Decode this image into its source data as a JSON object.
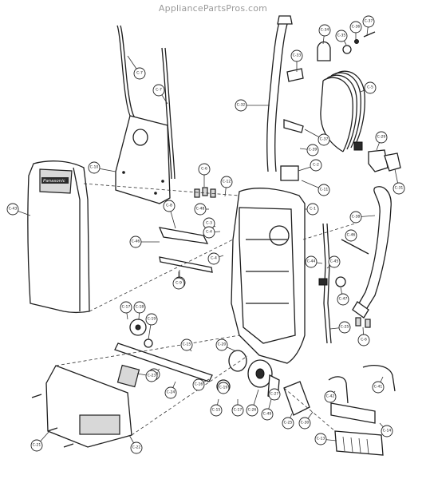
{
  "watermark": "AppliancePartsPros.com",
  "callouts": [
    {
      "id": "c-7a",
      "label": "C-7"
    },
    {
      "id": "c-7b",
      "label": "C-7"
    },
    {
      "id": "c-10",
      "label": "C-10"
    },
    {
      "id": "c-43",
      "label": "C-43"
    },
    {
      "id": "c-32",
      "label": "C-32"
    },
    {
      "id": "c-33",
      "label": "C-33"
    },
    {
      "id": "c-34",
      "label": "C-34"
    },
    {
      "id": "c-35",
      "label": "C-35"
    },
    {
      "id": "c-36",
      "label": "C-36"
    },
    {
      "id": "c-37a",
      "label": "C-37"
    },
    {
      "id": "c-37b",
      "label": "C-37"
    },
    {
      "id": "c-5",
      "label": "C-5"
    },
    {
      "id": "c-38",
      "label": "C-38"
    },
    {
      "id": "c-29",
      "label": "C-29"
    },
    {
      "id": "c-31",
      "label": "C-31"
    },
    {
      "id": "c-2",
      "label": "C-2"
    },
    {
      "id": "c-11",
      "label": "C-11"
    },
    {
      "id": "c-1",
      "label": "C-1"
    },
    {
      "id": "c-39",
      "label": "C-39"
    },
    {
      "id": "c-6a",
      "label": "C-6"
    },
    {
      "id": "c-12",
      "label": "C-12"
    },
    {
      "id": "c-3",
      "label": "C-3"
    },
    {
      "id": "c-8a",
      "label": "C-8"
    },
    {
      "id": "c-8b",
      "label": "C-8"
    },
    {
      "id": "c-48",
      "label": "C-48"
    },
    {
      "id": "c-46a",
      "label": "C-46"
    },
    {
      "id": "c-4a",
      "label": "C-4"
    },
    {
      "id": "c-4b",
      "label": "C-4"
    },
    {
      "id": "c-9",
      "label": "C-9"
    },
    {
      "id": "c-44",
      "label": "C-44"
    },
    {
      "id": "c-45",
      "label": "C-45"
    },
    {
      "id": "c-46b",
      "label": "C-46"
    },
    {
      "id": "c-47",
      "label": "C-47"
    },
    {
      "id": "c-6b",
      "label": "C-6"
    },
    {
      "id": "c-17a",
      "label": "C-17"
    },
    {
      "id": "c-18",
      "label": "C-18"
    },
    {
      "id": "c-19a",
      "label": "C-19"
    },
    {
      "id": "c-25a",
      "label": "C-25"
    },
    {
      "id": "c-15a",
      "label": "C-15"
    },
    {
      "id": "c-20",
      "label": "C-20"
    },
    {
      "id": "c-28",
      "label": "C-28"
    },
    {
      "id": "c-23",
      "label": "C-23"
    },
    {
      "id": "c-24",
      "label": "C-24"
    },
    {
      "id": "c-16",
      "label": "C-16"
    },
    {
      "id": "c-19b",
      "label": "C-19"
    },
    {
      "id": "c-15b",
      "label": "C-15"
    },
    {
      "id": "c-17b",
      "label": "C-17"
    },
    {
      "id": "c-26",
      "label": "C-26"
    },
    {
      "id": "c-49",
      "label": "C-49"
    },
    {
      "id": "c-27",
      "label": "C-27"
    },
    {
      "id": "c-25b",
      "label": "C-25"
    },
    {
      "id": "c-30",
      "label": "C-30"
    },
    {
      "id": "c-42",
      "label": "C-42"
    },
    {
      "id": "c-41",
      "label": "C-41"
    },
    {
      "id": "c-14",
      "label": "C-14"
    },
    {
      "id": "c-13",
      "label": "C-13"
    },
    {
      "id": "c-21",
      "label": "C-21"
    },
    {
      "id": "c-22",
      "label": "C-22"
    }
  ],
  "brand_text": "Panasonic"
}
